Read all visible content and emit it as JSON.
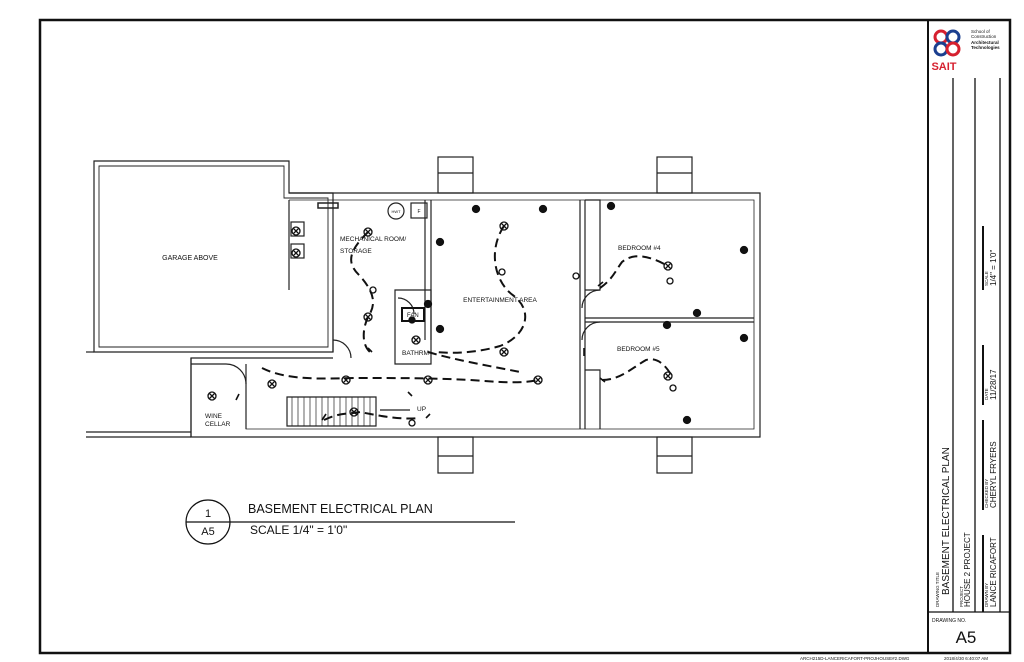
{
  "rooms": {
    "garage": "GARAGE ABOVE",
    "mechanical_1": "MECHANICAL ROOM/",
    "mechanical_2": "STORAGE",
    "entertainment": "ENTERTAINMENT AREA",
    "bedroom4": "BEDROOM #4",
    "bedroom5": "BEDROOM #5",
    "bathroom": "BATHRM",
    "fan": "FAN",
    "wine_1": "WINE",
    "wine_2": "CELLAR",
    "stair_up": "UP",
    "hw_tank": "HWT",
    "furnace": "F"
  },
  "drawing_title_block": {
    "number": "1",
    "sheet": "A5",
    "title": "BASEMENT ELECTRICAL PLAN",
    "scale": "SCALE 1/4\" = 1'0\""
  },
  "title_block": {
    "logo_text": "SAIT",
    "school_lines": [
      "School of",
      "Construction",
      "Architectural",
      "Technologies"
    ],
    "drawing_title_caption": "DRAWING TITLE",
    "drawing_title": "BASEMENT ELECTRICAL PLAN",
    "project_caption": "PROJECT",
    "project": "HOUSE 2 PROJECT",
    "drawn_by_caption": "DRAWN BY",
    "drawn_by": "LANCE RICAFORT",
    "checked_by_caption": "CHECKED BY",
    "checked_by": "CHERYL FRYERS",
    "date_caption": "DATE",
    "date": "11/28/17",
    "scale_caption": "SCALE",
    "scale": "1/4\" = 1'0\"",
    "drawing_no_caption": "DRAWING NO.",
    "drawing_no": "A5"
  },
  "footer": {
    "file_path": "ARCH215D-LANCERICAFORT-PROJHOUSE#2.DWG",
    "timestamp": "2018/4/30 6:40:07 AM"
  },
  "colors": {
    "logo_red": "#d6202f",
    "logo_blue": "#1b3f8f",
    "line": "#111111"
  }
}
